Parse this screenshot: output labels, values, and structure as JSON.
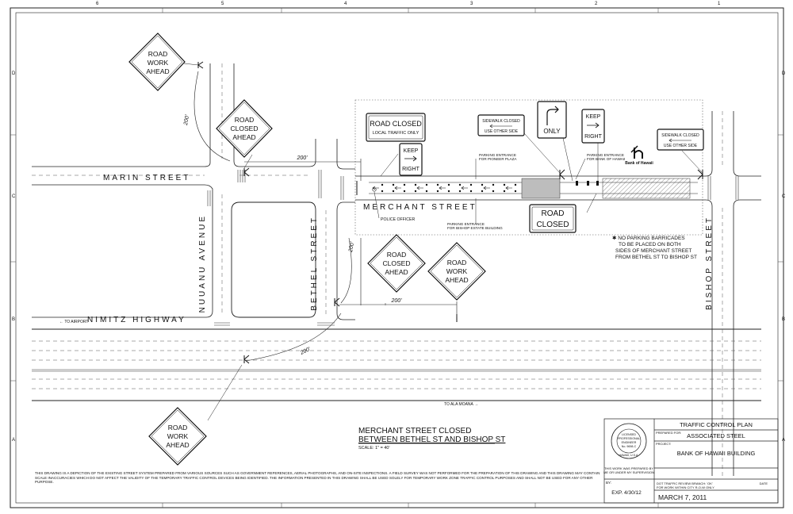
{
  "grid": {
    "columns": [
      "6",
      "5",
      "4",
      "3",
      "2",
      "1"
    ],
    "rows": [
      "D",
      "C",
      "B",
      "A"
    ]
  },
  "streets": {
    "marin": "MARIN STREET",
    "merchant": "MERCHANT STREET",
    "nimitz": "NIMITZ HIGHWAY",
    "nuuanu": "NUUANU AVENUE",
    "bethel": "BETHEL STREET",
    "bishop": "BISHOP STREET"
  },
  "directions": {
    "to_airport": "TO AIRPORT",
    "to_ala_moana": "TO ALA MOANA"
  },
  "signs": {
    "road_work_ahead": [
      "ROAD",
      "WORK",
      "AHEAD"
    ],
    "road_closed_ahead": [
      "ROAD",
      "CLOSED",
      "AHEAD"
    ],
    "road_closed_local": [
      "ROAD CLOSED",
      "LOCAL TRAFFIC ONLY"
    ],
    "keep_right": [
      "KEEP",
      "RIGHT"
    ],
    "only": "ONLY",
    "sidewalk_closed": [
      "SIDEWALK CLOSED",
      "USE OTHER SIDE"
    ],
    "road_closed": [
      "ROAD",
      "CLOSED"
    ]
  },
  "distances": {
    "d200": "200'"
  },
  "labels": {
    "police_officer": "POLICE OFFICER",
    "parking_pioneer": [
      "PARKING ENTRANCE",
      "FOR PIONEER PLAZA"
    ],
    "parking_boh": [
      "PARKING ENTRANCE",
      "FOR BANK OF HAWAII"
    ],
    "parking_bishop_estate": [
      "PARKING ENTRANCE",
      "FOR BISHOP ESTATE BUILDING"
    ],
    "bank_logo_text": "Bank of Hawaii"
  },
  "notes": {
    "no_parking": [
      "✱ NO PARKING BARRICADES",
      "TO BE PLACED ON BOTH",
      "SIDES OF MERCHANT STREET",
      "FROM BETHEL ST TO BISHOP ST"
    ]
  },
  "drawing_title": {
    "line1": "MERCHANT STREET CLOSED",
    "line2": "BETWEEN BETHEL ST AND BISHOP ST",
    "scale": "SCALE: 1\" = 40'"
  },
  "disclaimer": "THIS DRAWING IS A DEPICTION OF THE EXISTING STREET SYSTEM PREPARED FROM VARIOUS SOURCES SUCH AS GOVERNMENT REFERENCES, AERIAL PHOTOGRAPHS, AND ON-SITE INSPECTIONS. A FIELD SURVEY WAS NOT PERFORMED FOR THE PREPARATION OF THIS DRAWING AND THIS DRAWING MAY CONTAIN SCALE INACCURACIES WHICH DO NOT AFFECT THE VALIDITY OF THE TEMPORARY TRAFFIC CONTROL DEVICES BEING IDENTIFIED. THE INFORMATION PRESENTED IN THIS DRAWING SHALL BE USED SOLELY FOR TEMPORARY WORK ZONE TRAFFIC CONTROL PURPOSES AND SHALL NOT BE USED FOR ANY OTHER PURPOSE.",
  "title_block": {
    "plan_title": "TRAFFIC CONTROL PLAN",
    "prepared_for_label": "PREPARED FOR:",
    "prepared_for": "ASSOCIATED STEEL",
    "project_label": "PROJECT:",
    "project": "BANK OF HAWAII BUILDING",
    "supervision": [
      "THIS WORK WAS PREPARED BY",
      "ME OR UNDER MY SUPERVISION"
    ],
    "by_label": "BY:",
    "expiration": "EXP. 4/30/12",
    "review_note": [
      "DOT TRAFFIC REVIEW BRANCH: 'OK'",
      "FOR WORK WITHIN CITY R-O-W ONLY"
    ],
    "date_label": "DATE",
    "date": "MARCH 7, 2011",
    "seal": [
      "LICENSED",
      "PROFESSIONAL",
      "ENGINEER",
      "No. 9698-C",
      "HAWAII, U.S.A."
    ]
  }
}
